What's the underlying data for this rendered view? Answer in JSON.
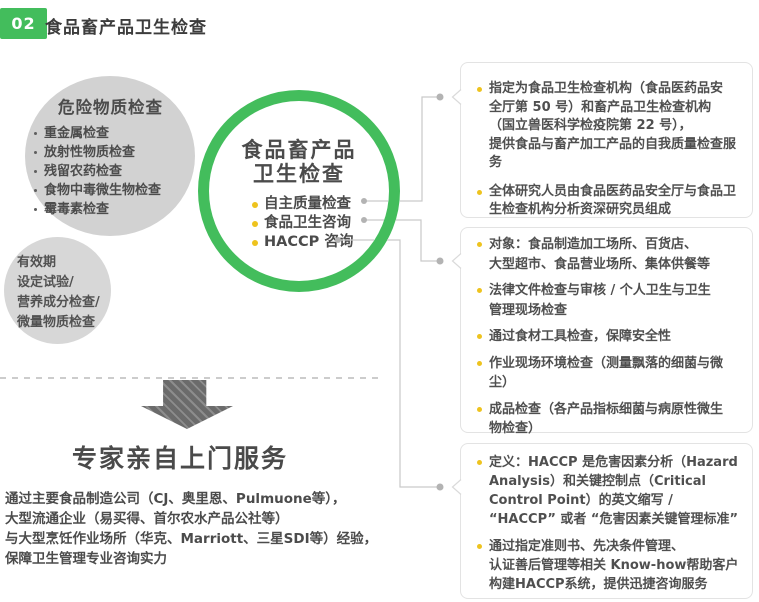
{
  "colors": {
    "green": "#43bd5c",
    "bullet_yellow": "#eec31e",
    "circle_gray": "#d2d2d2",
    "connector_gray": "#c9c9c9",
    "dot_gray": "#b3b3b3",
    "arrow_gray": "#6b6b6b",
    "text_dark": "#3c3c3c",
    "text_body": "#4f4f4f"
  },
  "header": {
    "number": "02",
    "title": "食品畜产品卫生检查"
  },
  "hazard_circle": {
    "title": "危险物质检查",
    "items": [
      "重金属检查",
      "放射性物质检查",
      "残留农药检查",
      "食物中毒微生物检查",
      "霉毒素检查"
    ]
  },
  "validity_circle": {
    "text": "有效期\n设定试验/\n营养成分检查/\n微量物质检查"
  },
  "center_circle": {
    "title": "食品畜产品\n卫生检查",
    "items": [
      "自主质量检查",
      "食品卫生咨询",
      "HACCP 咨询"
    ]
  },
  "info_boxes": [
    {
      "bullets": [
        "指定为食品卫生检查机构（食品医药品安\n全厅第 50 号）和畜产品卫生检查机构\n（国立兽医科学检疫院第 22 号），\n提供食品与畜产加工产品的自我质量检查服务",
        "全体研究人员由食品医药品安全厅与食品卫\n生检查机构分析资深研究员组成"
      ]
    },
    {
      "bullets": [
        "对象：食品制造加工场所、百货店、\n大型超市、食品营业场所、集体供餐等",
        "法律文件检查与审核 / 个人卫生与卫生\n管理现场检查",
        "通过食材工具检查，保障安全性",
        "作业现场环境检查（测量飘落的细菌与微尘）",
        "成品检查（各产品指标细菌与病原性微生\n物检查）"
      ]
    },
    {
      "bullets": [
        "定义：HACCP 是危害因素分析（Hazard\nAnalysis）和关键控制点（Critical\nControl Point）的英文缩写 /\n“HACCP” 或者 “危害因素关键管理标准”",
        "通过指定准则书、先决条件管理、\n认证善后管理等相关 Know-how帮助客户\n构建HACCP系统，提供迅捷咨询服务"
      ]
    }
  ],
  "service": {
    "heading": "专家亲自上门服务",
    "description": "通过主要食品制造公司（CJ、奥里恩、Pulmuone等），\n大型流通企业（易买得、首尔农水产品公社等）\n与大型烹饪作业场所（华克、Marriott、三星SDI等）经验，\n保障卫生管理专业咨询实力"
  }
}
